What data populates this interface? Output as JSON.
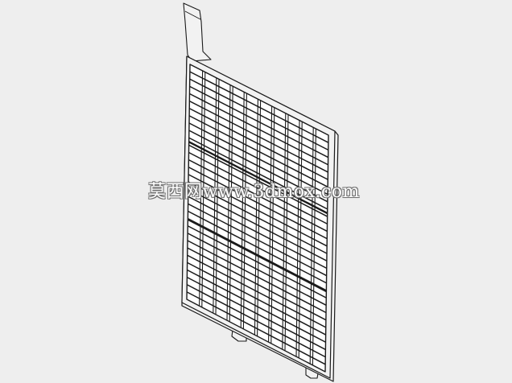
{
  "watermark": {
    "text": "莫西网www.3dmox.com",
    "color": "#ffffff",
    "outline_color": "#707070"
  },
  "model": {
    "background_color": "#eeeeee",
    "line_color": "#1a1a1a",
    "face_color": "#f2f2f2",
    "grid_columns": 10,
    "grid_rows": 32
  }
}
